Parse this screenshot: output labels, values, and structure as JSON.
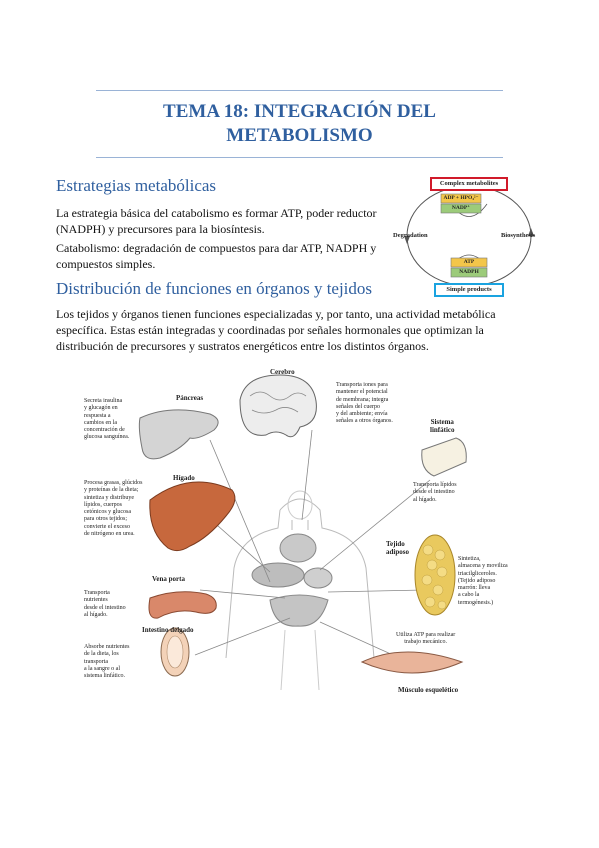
{
  "title": {
    "line1": "TEMA 18: INTEGRACIÓN DEL",
    "line2": "METABOLISMO"
  },
  "section1": {
    "heading": "Estrategias metabólicas",
    "p1_line1": "La estrategia básica del catabolismo es formar ATP, poder reductor",
    "p1_line2": "(NADPH) y precursores para la biosíntesis.",
    "p2_line1": "Catabolismo: degradación de compuestos para dar ATP, NADPH y",
    "p2_line2": "compuestos simples."
  },
  "section2": {
    "heading": "Distribución de funciones en órganos y tejidos",
    "p_line1": "Los tejidos y órganos tienen funciones especializadas y, por tanto, una actividad metabólica",
    "p_line2": "específica. Estas están integradas y coordinadas por señales hormonales que optimizan la",
    "p_line3": "distribución de precursores y sustratos energéticos entre los distintos órganos."
  },
  "cycle_diagram": {
    "complex": "Complex metabolites",
    "adp": "ADP + HPO₄²⁻",
    "nadp": "NADP⁺",
    "degradation": "Degradation",
    "biosynthesis": "Biosynthesis",
    "atp": "ATP",
    "nadph": "NADPH",
    "simple": "Simple products"
  },
  "organ_diagram": {
    "cerebro_title": "Cerebro",
    "cerebro_text": [
      "Transporta iones para",
      "mantener el potencial",
      "de membrana; integra",
      "señales del cuerpo",
      "y del ambiente; envía",
      "señales a otros órganos."
    ],
    "pancreas_title": "Páncreas",
    "pancreas_text": [
      "Secreta insulina",
      "y glucagón en",
      "respuesta a",
      "cambios en la",
      "concentración de",
      "glucosa sanguínea."
    ],
    "linfatico_title": [
      "Sistema",
      "linfático"
    ],
    "linfatico_text": [
      "Transporta lípidos",
      "desde el intestino",
      "al hígado."
    ],
    "higado_title": "Hígado",
    "higado_text": [
      "Procesa grasas, glúcidos",
      "y proteínas de la dieta;",
      "sintetiza y distribuye",
      "lípidos, cuerpos",
      "cetónicos y glucosa",
      "para otros tejidos;",
      "convierte el exceso",
      "de nitrógeno en urea."
    ],
    "adiposo_title": [
      "Tejido",
      "adiposo"
    ],
    "adiposo_text": [
      "Sintetiza,",
      "almacena y moviliza",
      "triacilgliceroles.",
      "(Tejido adiposo",
      "marrón: lleva",
      "a cabo la",
      "termogénesis.)"
    ],
    "porta_title": "Vena porta",
    "porta_text": [
      "Transporta",
      "nutrientes",
      "desde el intestino",
      "al hígado."
    ],
    "intestino_title": "Intestino delgado",
    "intestino_text": [
      "Absorbe nutrientes",
      "de la dieta, los",
      "transporta",
      "a la sangre o al",
      "sistema linfático."
    ],
    "musculo_text": [
      "Utiliza ATP para realizar",
      "trabajo mecánico."
    ],
    "musculo_title": "Músculo esquelético"
  },
  "colors": {
    "heading": "#2f5f9f",
    "rule": "#9ab3d6",
    "complex_border": "#d11a2a",
    "simple_border": "#1aa3e0",
    "atp_fill": "#f3c64a",
    "nadph_fill": "#9ccb7a",
    "adp_fill": "#f3c64a",
    "nadp_fill": "#9ccb7a"
  }
}
